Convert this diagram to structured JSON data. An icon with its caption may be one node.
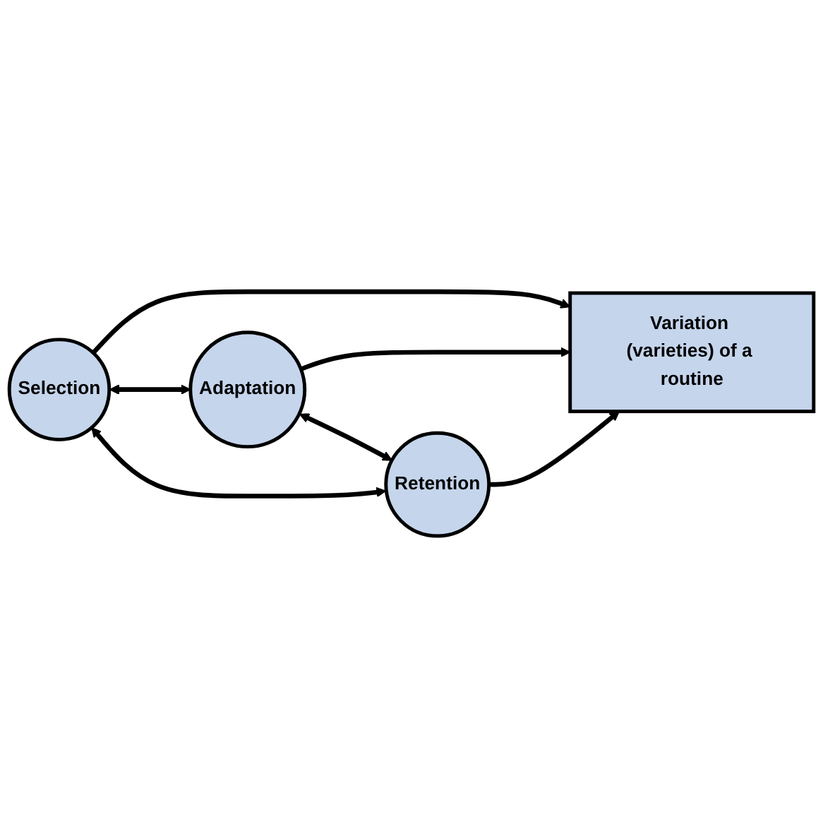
{
  "diagram": {
    "nodes": [
      {
        "text": [
          "Selection"
        ]
      },
      {
        "text": [
          "Adaptation"
        ]
      },
      {
        "text": [
          "Retention"
        ]
      },
      {
        "text": [
          "Variation (varieties) of a routine"
        ]
      }
    ],
    "edges": [
      {
        "from": 0,
        "to": 3,
        "arrow": "to"
      },
      {
        "from": 0,
        "to": 1,
        "arrow": "both"
      },
      {
        "from": 1,
        "to": 3,
        "arrow": "to"
      },
      {
        "from": 1,
        "to": 2,
        "arrow": "both"
      },
      {
        "from": 2,
        "to": 3,
        "arrow": "to"
      },
      {
        "from": 2,
        "to": 0,
        "arrow": "both"
      }
    ]
  }
}
